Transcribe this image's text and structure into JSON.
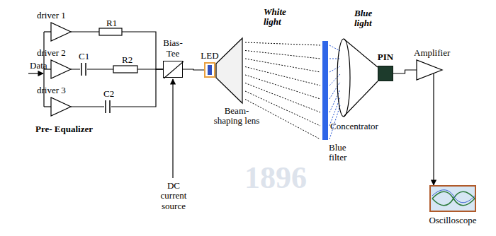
{
  "diagram": {
    "nodes": [
      {
        "text": [
          "driver 1"
        ]
      },
      {
        "text": [
          "driver 2"
        ]
      },
      {
        "text": [
          "driver 3"
        ]
      },
      {
        "text": [
          "Bias-Tee"
        ]
      },
      {
        "text": [
          "LED"
        ]
      },
      {
        "text": [
          "PIN"
        ]
      },
      {
        "text": [
          "Amplifier"
        ]
      },
      {
        "text": [
          "Oscilloscope"
        ]
      }
    ],
    "edges": [
      {
        "from": 0,
        "to": 3,
        "arrow": "none"
      },
      {
        "from": 1,
        "to": 3,
        "arrow": "none"
      },
      {
        "from": 2,
        "to": 3,
        "arrow": "none"
      },
      {
        "from": 3,
        "to": 4,
        "arrow": "none"
      },
      {
        "from": 5,
        "to": 6,
        "arrow": "none"
      },
      {
        "from": 6,
        "to": 7,
        "arrow": "to"
      }
    ],
    "labels": [
      "Data",
      "R1",
      "C1",
      "R2",
      "C2",
      "Pre- Equalizer",
      "DC current source",
      "Beam-shaping lens",
      "White light",
      "Blue light",
      "Blue filter",
      "Concentrator",
      "1896"
    ]
  }
}
